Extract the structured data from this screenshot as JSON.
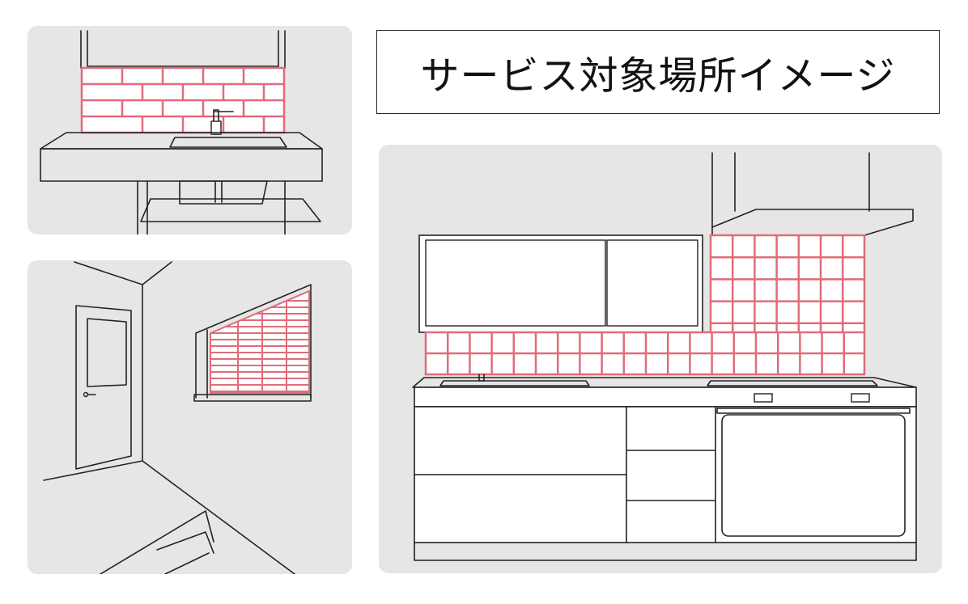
{
  "title": "サービス対象場所イメージ",
  "colors": {
    "panel_bg": "#e6e6e6",
    "tile_highlight": "#e06c7a",
    "tile_fill": "#ffffff",
    "line": "#222222"
  },
  "illustrations": [
    {
      "name": "washbasin-backsplash",
      "tile_style": "brick"
    },
    {
      "name": "room-window-wall",
      "tile_style": "stripes"
    },
    {
      "name": "kitchen-backsplash",
      "tile_style": "square"
    }
  ]
}
